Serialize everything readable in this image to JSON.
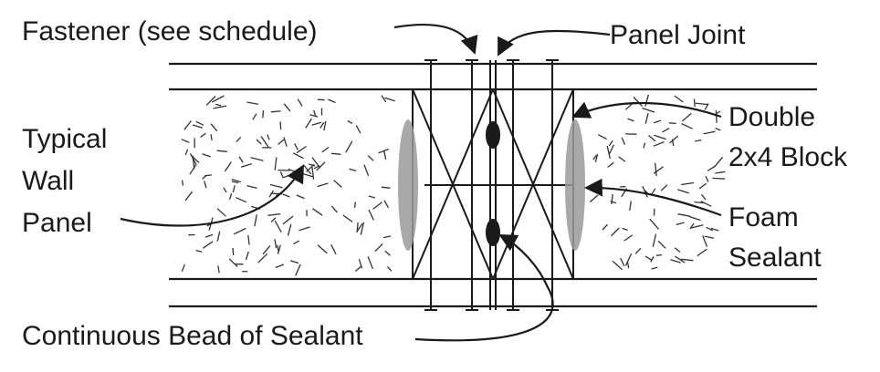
{
  "labels": {
    "fastener": "Fastener (see schedule)",
    "panel_joint": "Panel Joint",
    "typical_wall_panel": [
      "Typical",
      "Wall",
      "Panel"
    ],
    "double_block": [
      "Double",
      "2x4 Block"
    ],
    "foam_sealant": [
      "Foam",
      "Sealant"
    ],
    "continuous_bead": "Continuous Bead of Sealant"
  },
  "colors": {
    "line": "#1a1a1a",
    "foam": "#9a9a9a"
  }
}
